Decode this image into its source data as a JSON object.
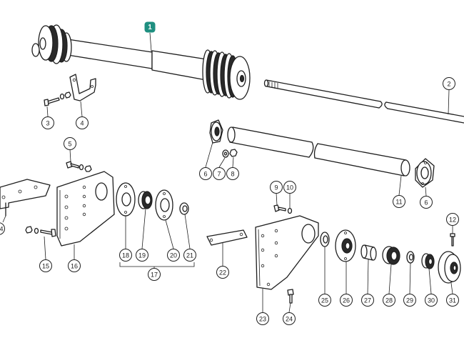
{
  "highlight": {
    "selected_callout": "1",
    "color": "#1f8f80"
  },
  "callouts": {
    "c2": "2",
    "c3": "3",
    "c4": "4",
    "c5": "5",
    "c6a": "6",
    "c6b": "6",
    "c7": "7",
    "c8": "8",
    "c9": "9",
    "c10": "10",
    "c11": "11",
    "c12": "12",
    "c_left_edge": "4",
    "c15": "15",
    "c16": "16",
    "c17": "17",
    "c18": "18",
    "c19": "19",
    "c20": "20",
    "c21": "21",
    "c22": "22",
    "c23": "23",
    "c24": "24",
    "c25": "25",
    "c26": "26",
    "c27": "27",
    "c28": "28",
    "c29": "29",
    "c30": "30",
    "c31": "31"
  }
}
